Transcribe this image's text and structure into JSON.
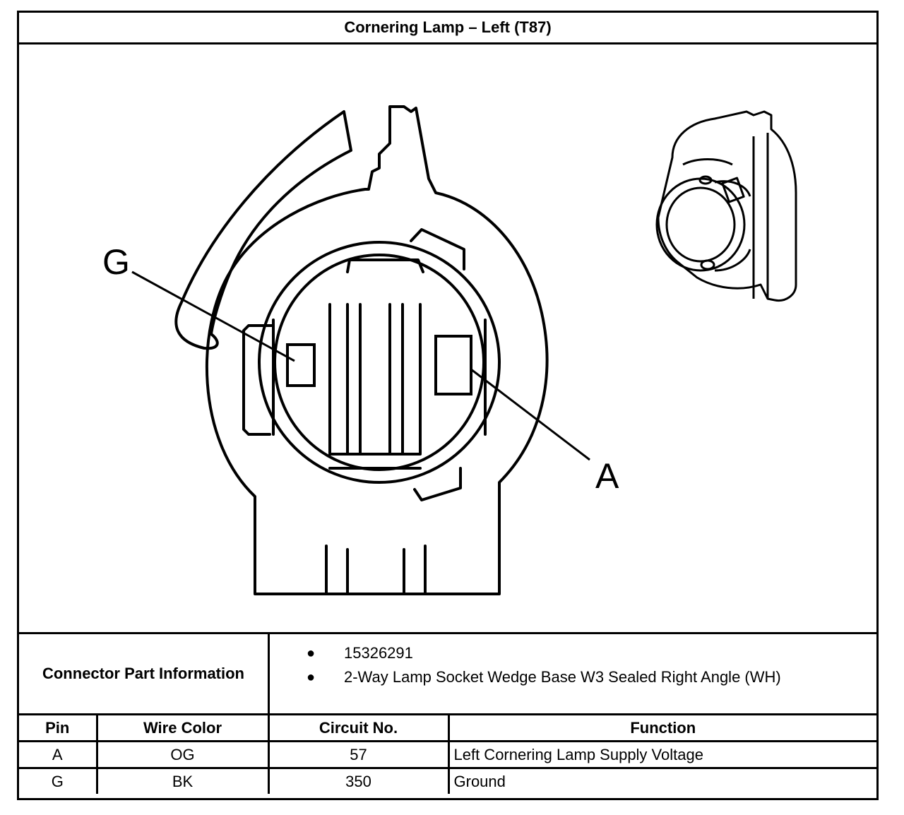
{
  "title": "Cornering Lamp – Left (T87)",
  "diagram": {
    "callout_g": "G",
    "callout_a": "A"
  },
  "part_info": {
    "label": "Connector Part Information",
    "items": [
      "15326291",
      "2-Way Lamp Socket Wedge Base W3 Sealed Right Angle (WH)"
    ]
  },
  "pin_table": {
    "headers": [
      "Pin",
      "Wire Color",
      "Circuit No.",
      "Function"
    ],
    "rows": [
      [
        "A",
        "OG",
        "57",
        "Left Cornering Lamp Supply Voltage"
      ],
      [
        "G",
        "BK",
        "350",
        "Ground"
      ]
    ]
  }
}
